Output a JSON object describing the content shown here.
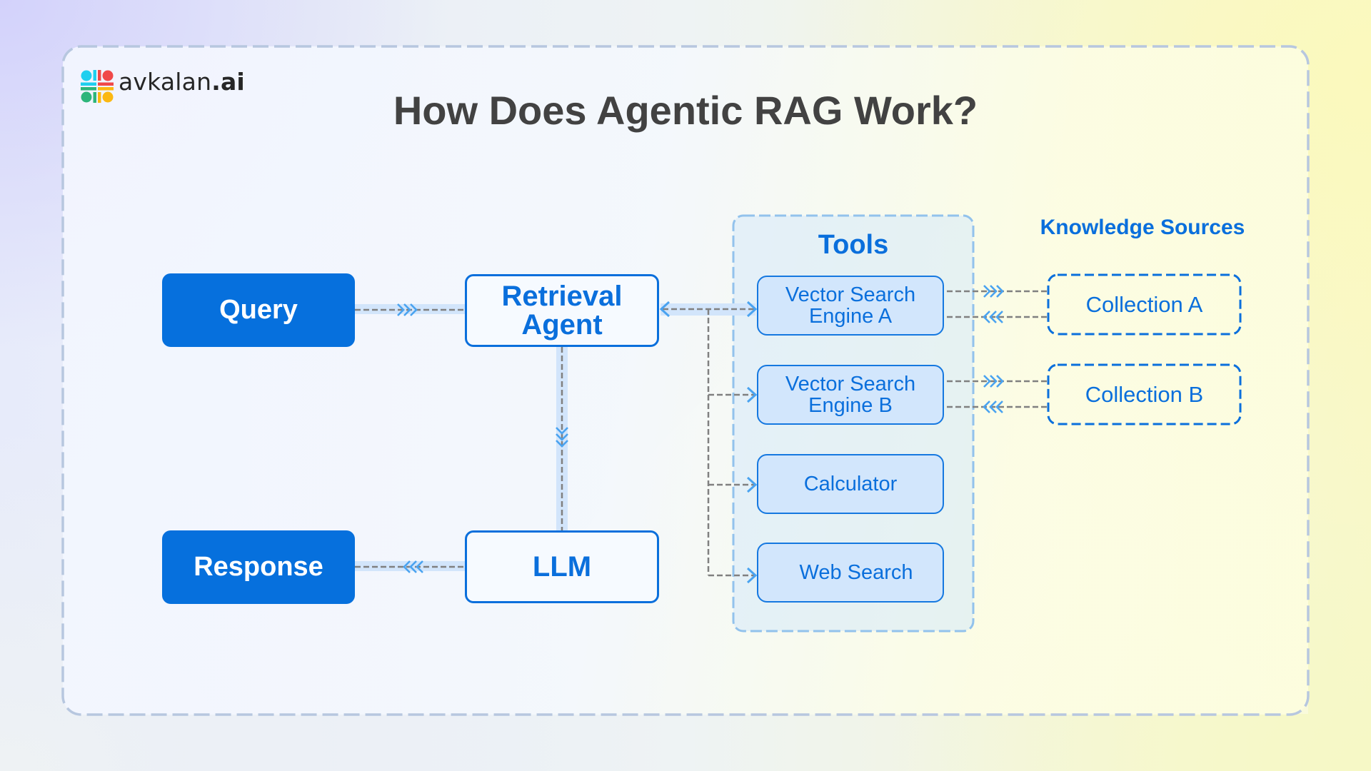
{
  "brand": {
    "name_regular": "avkalan",
    "name_bold": ".ai",
    "logo_icon": "four-petal-logo-icon",
    "logo_colors": [
      "#1fcfef",
      "#f04848",
      "#2db57a",
      "#fbb812"
    ]
  },
  "title": "How Does Agentic RAG Work?",
  "colors": {
    "primary_blue": "#0670dd",
    "text_blue": "#0a6fdc",
    "tool_fill": "#d2e6fc",
    "title_gray": "#424242",
    "connector_gray": "#808080",
    "arrow_blue": "#4aa3f0"
  },
  "nodes": {
    "query": "Query",
    "retrieval_agent": "Retrieval Agent",
    "response": "Response",
    "llm": "LLM"
  },
  "tools": {
    "label": "Tools",
    "items": [
      {
        "label": "Vector Search Engine A"
      },
      {
        "label": "Vector Search Engine B"
      },
      {
        "label": "Calculator"
      },
      {
        "label": "Web Search"
      }
    ]
  },
  "knowledge_sources": {
    "label": "Knowledge Sources",
    "items": [
      {
        "label": "Collection A"
      },
      {
        "label": "Collection B"
      }
    ]
  },
  "edges": [
    {
      "from": "Query",
      "to": "Retrieval Agent",
      "style": "dashed",
      "marker": "triple-chevron"
    },
    {
      "from": "Retrieval Agent",
      "to": "LLM",
      "style": "dashed",
      "marker": "triple-chevron"
    },
    {
      "from": "LLM",
      "to": "Response",
      "style": "dashed",
      "marker": "triple-chevron"
    },
    {
      "from": "Retrieval Agent",
      "to": "Vector Search Engine A",
      "style": "dashed",
      "marker": "bidirectional-arrow"
    },
    {
      "from": "Retrieval Agent",
      "to": "Vector Search Engine B",
      "style": "dashed",
      "marker": "arrow"
    },
    {
      "from": "Retrieval Agent",
      "to": "Calculator",
      "style": "dashed",
      "marker": "arrow"
    },
    {
      "from": "Retrieval Agent",
      "to": "Web Search",
      "style": "dashed",
      "marker": "arrow"
    },
    {
      "from": "Vector Search Engine A",
      "to": "Collection A",
      "style": "dashed",
      "marker": "triple-chevron"
    },
    {
      "from": "Collection A",
      "to": "Vector Search Engine A",
      "style": "dashed",
      "marker": "triple-chevron"
    },
    {
      "from": "Vector Search Engine B",
      "to": "Collection B",
      "style": "dashed",
      "marker": "triple-chevron"
    },
    {
      "from": "Collection B",
      "to": "Vector Search Engine B",
      "style": "dashed",
      "marker": "triple-chevron"
    }
  ]
}
